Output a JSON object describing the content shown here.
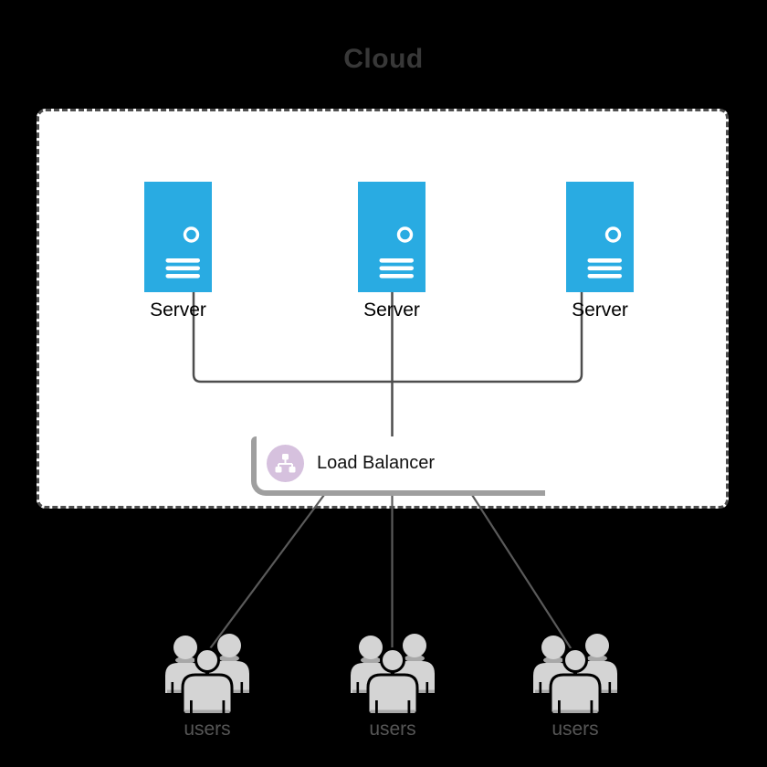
{
  "diagram": {
    "title": "Cloud",
    "container": {
      "label": "",
      "type": "cloud-boundary"
    },
    "nodes": {
      "servers": [
        {
          "label": "Server",
          "icon": "server-tower-icon"
        },
        {
          "label": "Server",
          "icon": "server-tower-icon"
        },
        {
          "label": "Server",
          "icon": "server-tower-icon"
        }
      ],
      "load_balancer": {
        "label": "Load Balancer",
        "icon": "sitemap-icon"
      },
      "users": [
        {
          "label": "users",
          "icon": "user-group-icon"
        },
        {
          "label": "users",
          "icon": "user-group-icon"
        },
        {
          "label": "users",
          "icon": "user-group-icon"
        }
      ]
    },
    "edges": [
      {
        "from": "server-1",
        "to": "load-balancer",
        "style": "orthogonal"
      },
      {
        "from": "server-2",
        "to": "load-balancer",
        "style": "straight"
      },
      {
        "from": "server-3",
        "to": "load-balancer",
        "style": "orthogonal"
      },
      {
        "from": "load-balancer",
        "to": "users-1",
        "style": "straight"
      },
      {
        "from": "load-balancer",
        "to": "users-2",
        "style": "straight"
      },
      {
        "from": "load-balancer",
        "to": "users-3",
        "style": "straight"
      }
    ],
    "colors": {
      "background": "#000000",
      "title_text": "#383838",
      "cloud_fill": "#ffffff",
      "cloud_border": "#4d4d4d",
      "server_fill": "#29abe2",
      "server_detail": "#ffffff",
      "server_label": "#000000",
      "connector": "#4d4d4d",
      "connector_lower": "#5a5a5a",
      "lb_border": "#9f9f9f",
      "lb_icon_bg": "#d6c1de",
      "lb_icon_glyph": "#ffffff",
      "lb_label": "#111111",
      "users_fill": "#d4d4d4",
      "users_shadow": "#a8a8a8",
      "users_label": "#565656"
    }
  }
}
